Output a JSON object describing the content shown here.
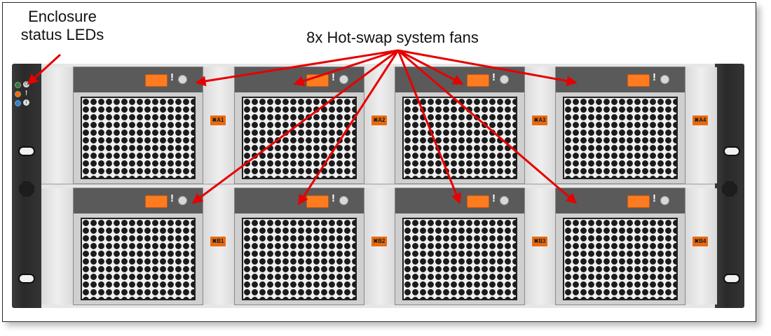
{
  "annotations": {
    "leds_label": "Enclosure\nstatus LEDs",
    "fans_label": "8x Hot-swap system fans"
  },
  "fans": [
    {
      "id": "A1",
      "row": "A",
      "label": "A1"
    },
    {
      "id": "A2",
      "row": "A",
      "label": "A2"
    },
    {
      "id": "A3",
      "row": "A",
      "label": "A3"
    },
    {
      "id": "A4",
      "row": "A",
      "label": "A4"
    },
    {
      "id": "B1",
      "row": "B",
      "label": "B1"
    },
    {
      "id": "B2",
      "row": "B",
      "label": "B2"
    },
    {
      "id": "B3",
      "row": "B",
      "label": "B3"
    },
    {
      "id": "B4",
      "row": "B",
      "label": "B4"
    }
  ],
  "status_leds": [
    {
      "name": "power",
      "color": "#2e7d32"
    },
    {
      "name": "fault",
      "color": "#ef6c00"
    },
    {
      "name": "identify",
      "color": "#1e88e5"
    }
  ],
  "colors": {
    "arrow": "#e60000",
    "fan_handle": "#ff7b1f",
    "fan_label": "#e86a10",
    "chassis_ear": "#2f2f2f"
  }
}
